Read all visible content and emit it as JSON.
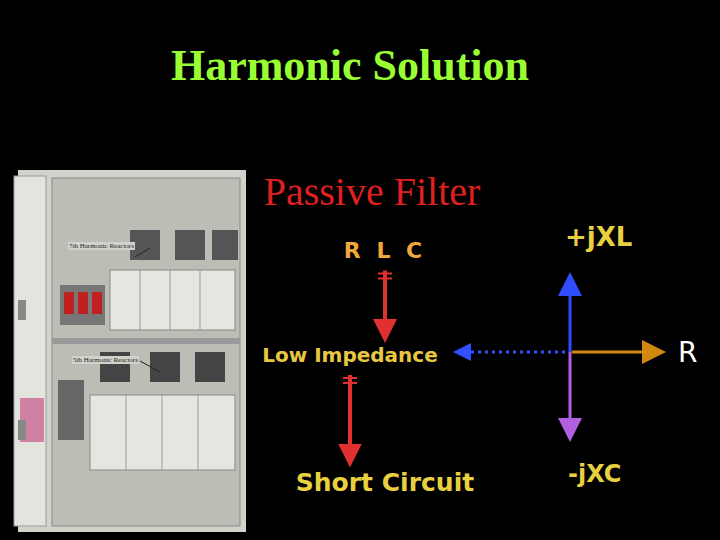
{
  "diagram": {
    "title": "Harmonic Solution",
    "nodes": [
      {
        "text": [
          "R L C"
        ]
      },
      {
        "text": [
          "Low Impedance"
        ]
      },
      {
        "text": [
          "Short Circuit"
        ]
      }
    ],
    "edges": [
      {
        "from": 0,
        "to": 1,
        "arrow": "to"
      },
      {
        "from": 1,
        "to": 2,
        "arrow": "to"
      }
    ],
    "labels": [
      "Passive Filter",
      "+jXL",
      "R",
      "-jXC",
      "7th Harmonic Reactors",
      "5th Harmonic Reactors"
    ]
  }
}
